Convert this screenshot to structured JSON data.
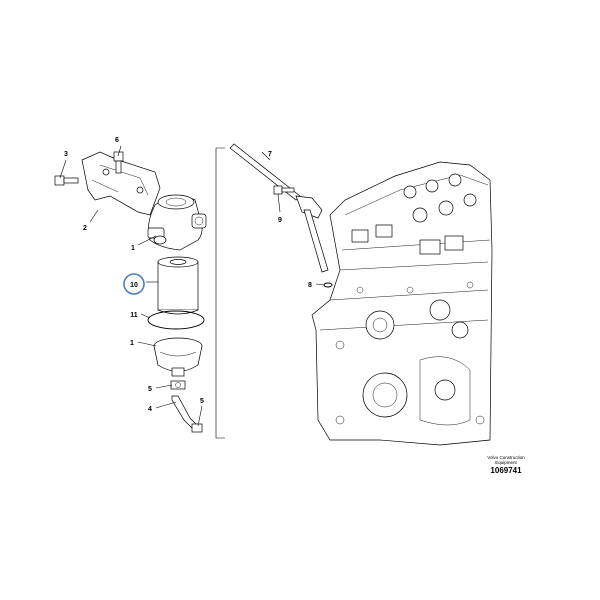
{
  "callouts": {
    "c1_top": "1",
    "c2": "2",
    "c3": "3",
    "c4": "4",
    "c5_a": "5",
    "c5_b": "5",
    "c6": "6",
    "c7": "7",
    "c8": "8",
    "c9": "9",
    "c10": "10",
    "c11": "11",
    "c1_bottom": "1"
  },
  "stamp": {
    "brand_line1": "Volvo Construction",
    "brand_line2": "Equipment",
    "drawing_number": "1069741"
  },
  "colors": {
    "line": "#000000",
    "highlight": "#4a7fb8",
    "background": "#ffffff"
  }
}
